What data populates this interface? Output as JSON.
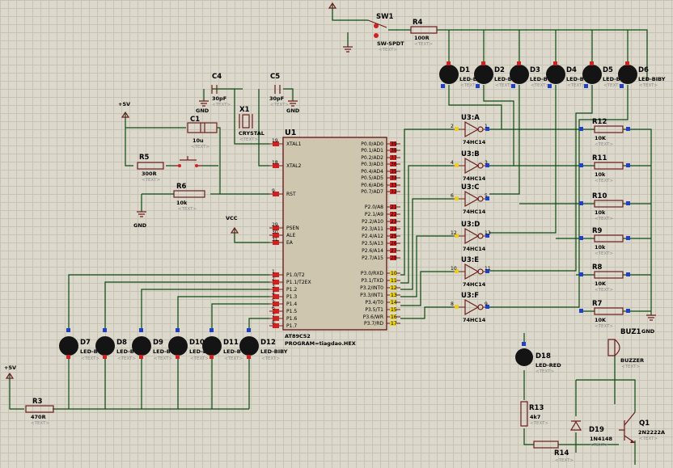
{
  "text_tag": "<TEXT>",
  "power": {
    "vcc5_top": "+5V",
    "vcc5_left": "+5V",
    "vcc": "VCC",
    "gnd": "GND"
  },
  "sw1": {
    "ref": "SW1",
    "value": "SW-SPDT"
  },
  "c4": {
    "ref": "C4",
    "value": "30pF"
  },
  "c5": {
    "ref": "C5",
    "value": "30pF"
  },
  "c1": {
    "ref": "C1",
    "value": "10u"
  },
  "x1": {
    "ref": "X1",
    "value": "CRYSTAL"
  },
  "r3": {
    "ref": "R3",
    "value": "470R"
  },
  "r4": {
    "ref": "R4",
    "value": "100R"
  },
  "r5": {
    "ref": "R5",
    "value": "300R"
  },
  "r6": {
    "ref": "R6",
    "value": "10k"
  },
  "r13": {
    "ref": "R13",
    "value": "4k7"
  },
  "r14": {
    "ref": "R14",
    "value": ""
  },
  "right_resistors": [
    {
      "ref": "R12",
      "value": "10K"
    },
    {
      "ref": "R11",
      "value": "10k"
    },
    {
      "ref": "R10",
      "value": "10k"
    },
    {
      "ref": "R9",
      "value": "10k"
    },
    {
      "ref": "R8",
      "value": "10K"
    },
    {
      "ref": "R7",
      "value": "10K"
    }
  ],
  "top_leds": [
    {
      "ref": "D1",
      "value": "LED-B"
    },
    {
      "ref": "D2",
      "value": "LED-B"
    },
    {
      "ref": "D3",
      "value": "LED-B"
    },
    {
      "ref": "D4",
      "value": "LED-B"
    },
    {
      "ref": "D5",
      "value": "LED-B"
    },
    {
      "ref": "D6",
      "value": "LED-BIBY"
    }
  ],
  "bottom_leds": [
    {
      "ref": "D7",
      "value": "LED-B"
    },
    {
      "ref": "D8",
      "value": "LED-B"
    },
    {
      "ref": "D9",
      "value": "LED-B"
    },
    {
      "ref": "D10",
      "value": "LED-B"
    },
    {
      "ref": "D11",
      "value": "LED-B"
    },
    {
      "ref": "D12",
      "value": "LED-BIBY"
    }
  ],
  "d18": {
    "ref": "D18",
    "value": "LED-RED"
  },
  "d19": {
    "ref": "D19",
    "value": "1N4148"
  },
  "q1": {
    "ref": "Q1",
    "value": "2N2222A"
  },
  "buz1": {
    "ref": "BUZ1",
    "value": "BUZZER"
  },
  "u3": {
    "family": "74HC14",
    "gates": [
      {
        "ref": "U3:A",
        "in_pin": "2",
        "out_pin": "1"
      },
      {
        "ref": "U3:B",
        "in_pin": "4",
        "out_pin": "3"
      },
      {
        "ref": "U3:C",
        "in_pin": "6",
        "out_pin": "5"
      },
      {
        "ref": "U3:D",
        "in_pin": "12",
        "out_pin": "13"
      },
      {
        "ref": "U3:E",
        "in_pin": "10",
        "out_pin": "11"
      },
      {
        "ref": "U3:F",
        "in_pin": "8",
        "out_pin": "9"
      }
    ]
  },
  "u1": {
    "ref": "U1",
    "part": "AT89C52",
    "program": "PROGRAM=tiagdao.HEX",
    "left_pins": [
      {
        "num": "19",
        "name": "XTAL1"
      },
      {
        "num": "18",
        "name": "XTAL2"
      },
      {
        "num": "9",
        "name": "RST"
      },
      {
        "num": "29",
        "name": "PSEN"
      },
      {
        "num": "30",
        "name": "ALE"
      },
      {
        "num": "31",
        "name": "EA"
      },
      {
        "num": "1",
        "name": "P1.0/T2"
      },
      {
        "num": "2",
        "name": "P1.1/T2EX"
      },
      {
        "num": "3",
        "name": "P1.2"
      },
      {
        "num": "4",
        "name": "P1.3"
      },
      {
        "num": "5",
        "name": "P1.4"
      },
      {
        "num": "6",
        "name": "P1.5"
      },
      {
        "num": "7",
        "name": "P1.6"
      },
      {
        "num": "8",
        "name": "P1.7"
      }
    ],
    "right_pins": [
      {
        "num": "39",
        "name": "P0.0/AD0"
      },
      {
        "num": "38",
        "name": "P0.1/AD1"
      },
      {
        "num": "37",
        "name": "P0.2/AD2"
      },
      {
        "num": "36",
        "name": "P0.3/AD3"
      },
      {
        "num": "35",
        "name": "P0.4/AD4"
      },
      {
        "num": "34",
        "name": "P0.5/AD5"
      },
      {
        "num": "33",
        "name": "P0.6/AD6"
      },
      {
        "num": "32",
        "name": "P0.7/AD7"
      },
      {
        "num": "21",
        "name": "P2.0/A8"
      },
      {
        "num": "22",
        "name": "P2.1/A9"
      },
      {
        "num": "23",
        "name": "P2.2/A10"
      },
      {
        "num": "24",
        "name": "P2.3/A11"
      },
      {
        "num": "25",
        "name": "P2.4/A12"
      },
      {
        "num": "26",
        "name": "P2.5/A13"
      },
      {
        "num": "27",
        "name": "P2.6/A14"
      },
      {
        "num": "28",
        "name": "P2.7/A15"
      },
      {
        "num": "10",
        "name": "P3.0/RXD"
      },
      {
        "num": "11",
        "name": "P3.1/TXD"
      },
      {
        "num": "12",
        "name": "P3.2/INT0"
      },
      {
        "num": "13",
        "name": "P3.3/INT1"
      },
      {
        "num": "14",
        "name": "P3.4/T0"
      },
      {
        "num": "15",
        "name": "P3.5/T1"
      },
      {
        "num": "16",
        "name": "P3.6/WR"
      },
      {
        "num": "17",
        "name": "P3.7/RD"
      }
    ]
  },
  "colors": {
    "canvas": "#dcd8cb",
    "grid": "#c6c2b4",
    "wire": "#0b4b10",
    "component": "#6b1d1d",
    "chip_fill": "#cfc6b0",
    "led_body": "#141414",
    "pin_marker_red": "#d22020",
    "pin_marker_blue": "#2040c8",
    "pin_marker_yellow": "#e8d020"
  }
}
